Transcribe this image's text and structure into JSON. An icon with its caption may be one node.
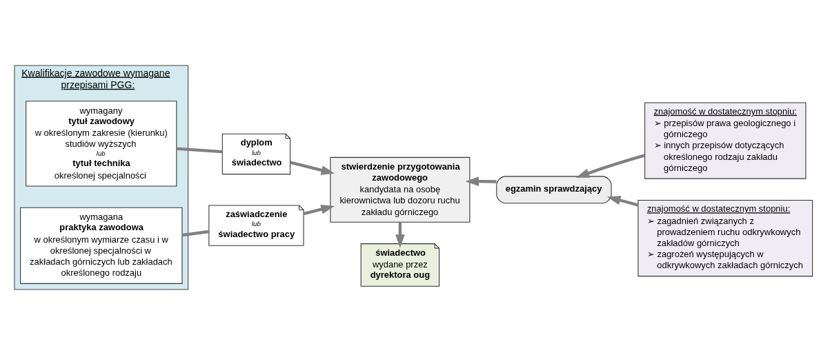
{
  "diagram": {
    "nodes": [
      {
        "text": [
          "Kwalifikacje zawodowe wymagane przepisami PGG:"
        ]
      },
      {
        "text": [
          "wymagany",
          "tytuł zawodowy",
          "w określonym zakresie (kierunku) studiów wyższych",
          "lub",
          "tytuł technika",
          "określonej specjalności"
        ],
        "in": 0
      },
      {
        "text": [
          "wymagana",
          "praktyka zawodowa",
          "w określonym wymiarze czasu i w określonej specjalności w zakładach górniczych lub zakładach określonego rodzaju"
        ],
        "in": 0
      },
      {
        "text": [
          "dyplom",
          "lub",
          "świadectwo"
        ]
      },
      {
        "text": [
          "zaświadczenie",
          "lub",
          "świadectwo pracy"
        ]
      },
      {
        "text": [
          "stwierdzenie przygotowania zawodowego",
          "kandydata na osobę kierownictwa lub dozoru ruchu zakładu górniczego"
        ]
      },
      {
        "text": [
          "świadectwo",
          "wydane przez",
          "dyrektora oug"
        ]
      },
      {
        "text": [
          "egzamin sprawdzający"
        ]
      },
      {
        "text": [
          "znajomość w dostatecznym stopniu:",
          "➢ przepisów prawa geologicznego i górniczego",
          "➢ innych przepisów dotyczących określonego rodzaju zakładu górniczego"
        ]
      },
      {
        "text": [
          "znajomość w dostatecznym stopniu:",
          "➢ zagadnień związanych z prowadzeniem ruchu odkrywkowych zakładów górniczych",
          "➢ zagrożeń występujących w odkrywkowych zakładach górniczych"
        ]
      }
    ],
    "edges": [
      {
        "from": 1,
        "to": 3,
        "arrow": "none"
      },
      {
        "from": 3,
        "to": 5,
        "arrow": "to"
      },
      {
        "from": 2,
        "to": 4,
        "arrow": "none"
      },
      {
        "from": 4,
        "to": 5,
        "arrow": "to"
      },
      {
        "from": 5,
        "to": 6,
        "arrow": "to"
      },
      {
        "from": 7,
        "to": 5,
        "arrow": "to"
      },
      {
        "from": 8,
        "to": 7,
        "arrow": "to"
      },
      {
        "from": 9,
        "to": 7,
        "arrow": "to"
      }
    ]
  }
}
